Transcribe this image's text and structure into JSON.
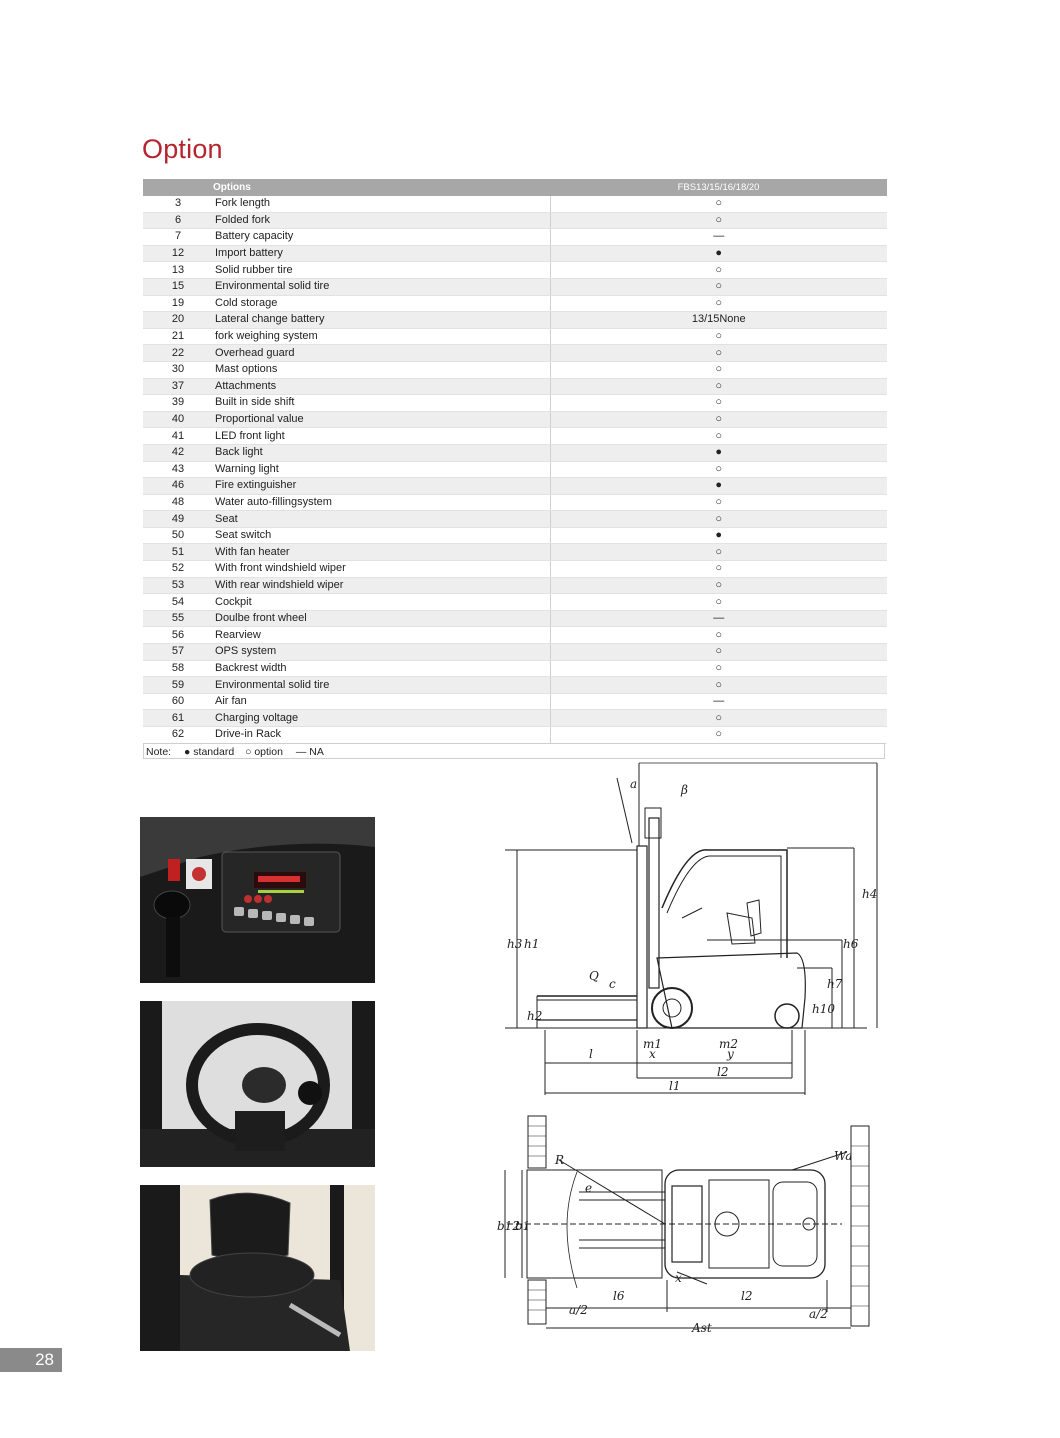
{
  "page": {
    "title": "Option",
    "page_number": "28"
  },
  "table": {
    "header": {
      "options": "Options",
      "model": "FBS13/15/16/18/20"
    },
    "rows": [
      {
        "no": "3",
        "name": "Fork length",
        "val": "○"
      },
      {
        "no": "6",
        "name": "Folded fork",
        "val": "○"
      },
      {
        "no": "7",
        "name": "Battery capacity",
        "val": "—"
      },
      {
        "no": "12",
        "name": "Import battery",
        "val": "●"
      },
      {
        "no": "13",
        "name": "Solid rubber tire",
        "val": "○"
      },
      {
        "no": "15",
        "name": "Environmental solid tire",
        "val": "○"
      },
      {
        "no": "19",
        "name": "Cold storage",
        "val": "○"
      },
      {
        "no": "20",
        "name": "Lateral change battery",
        "val": "13/15None"
      },
      {
        "no": "21",
        "name": "fork weighing system",
        "val": "○"
      },
      {
        "no": "22",
        "name": "Overhead guard",
        "val": "○"
      },
      {
        "no": "30",
        "name": "Mast options",
        "val": "○"
      },
      {
        "no": "37",
        "name": "Attachments",
        "val": "○"
      },
      {
        "no": "39",
        "name": "Built in  side shift",
        "val": "○"
      },
      {
        "no": "40",
        "name": "Proportional value",
        "val": "○"
      },
      {
        "no": "41",
        "name": "LED front light",
        "val": "○"
      },
      {
        "no": "42",
        "name": "Back light",
        "val": "●"
      },
      {
        "no": "43",
        "name": "Warning light",
        "val": "○"
      },
      {
        "no": "46",
        "name": "Fire extinguisher",
        "val": "●"
      },
      {
        "no": "48",
        "name": "Water auto-fillingsystem",
        "val": "○"
      },
      {
        "no": "49",
        "name": "Seat",
        "val": "○"
      },
      {
        "no": "50",
        "name": "Seat switch",
        "val": "●"
      },
      {
        "no": "51",
        "name": "With fan heater",
        "val": "○"
      },
      {
        "no": "52",
        "name": "With front windshield wiper",
        "val": "○"
      },
      {
        "no": "53",
        "name": "With rear windshield wiper",
        "val": "○"
      },
      {
        "no": "54",
        "name": "Cockpit",
        "val": "○"
      },
      {
        "no": "55",
        "name": "Doulbe front wheel",
        "val": "—"
      },
      {
        "no": "56",
        "name": "Rearview",
        "val": "○"
      },
      {
        "no": "57",
        "name": "OPS system",
        "val": "○"
      },
      {
        "no": "58",
        "name": "Backrest width",
        "val": "○"
      },
      {
        "no": "59",
        "name": "Environmental solid tire",
        "val": "○"
      },
      {
        "no": "60",
        "name": "Air fan",
        "val": "—"
      },
      {
        "no": "61",
        "name": "Charging voltage",
        "val": "○"
      },
      {
        "no": "62",
        "name": "Drive-in Rack",
        "val": "○"
      }
    ]
  },
  "note": {
    "label": "Note:",
    "standard": "● standard",
    "option": "○ option",
    "na": "— NA"
  },
  "side_view_labels": {
    "a": "a",
    "b": "β",
    "h3": "h3",
    "h1": "h1",
    "h4": "h4",
    "h6": "h6",
    "h7": "h7",
    "h2": "h2",
    "h10": "h10",
    "Q": "Q",
    "c": "c",
    "m1": "m1",
    "m2": "m2",
    "l": "l",
    "x": "x",
    "y": "y",
    "l2": "l2",
    "l1": "l1"
  },
  "top_view_labels": {
    "R": "R",
    "e": "e",
    "Wa": "Wa",
    "b12": "b12",
    "b1": "b1",
    "x": "x",
    "a2_left": "a/2",
    "l6": "l6",
    "l2": "l2",
    "a2_right": "a/2",
    "Ast": "Ast"
  },
  "colors": {
    "title": "#b5252f",
    "header_bg": "#a7a7a7",
    "row_alt": "#eeeeee",
    "page_no_bg": "#8a8a8a"
  }
}
